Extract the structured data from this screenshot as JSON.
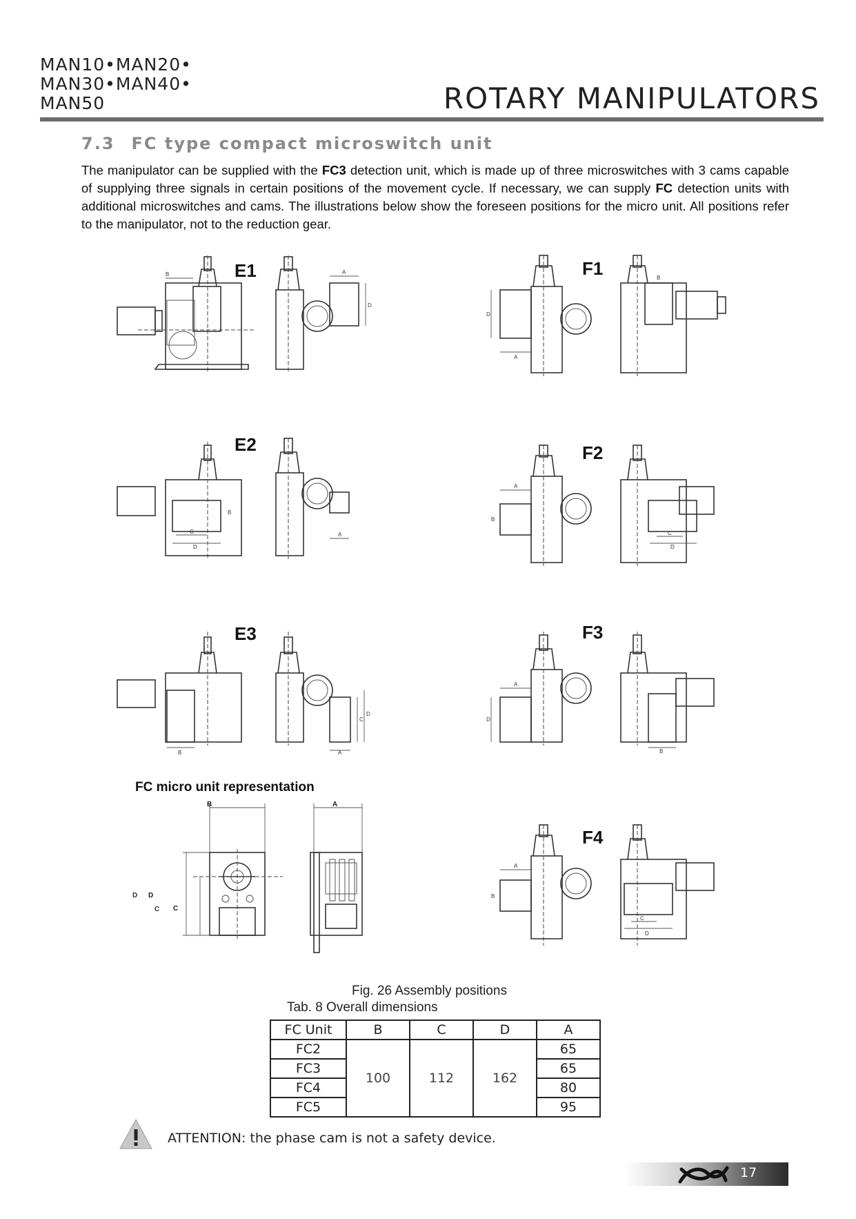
{
  "header": {
    "models_line1": "MAN10•MAN20•",
    "models_line2": "MAN30•MAN40•",
    "models_line3": "MAN50",
    "title": "ROTARY MANIPULATORS"
  },
  "section": {
    "number": "7.3",
    "title": "FC type compact microswitch unit"
  },
  "intro": {
    "p1": "The manipulator can be supplied with the ",
    "fc3": "FC3",
    "p2": " detection unit, which is made up of three microswitches with 3 cams capable of supplying three signals in certain positions of the movement cycle. If necessary, we can supply ",
    "fc": "FC",
    "p3": " detection units with additional microswitches and cams. The illustrations below show the foreseen positions for the micro unit. All positions refer to the manipulator, not to the reduction gear."
  },
  "positions": {
    "e1": "E1",
    "e2": "E2",
    "e3": "E3",
    "f1": "F1",
    "f2": "F2",
    "f3": "F3",
    "f4": "F4"
  },
  "micro_unit": {
    "title": "FC micro unit representation",
    "dim_b": "B",
    "dim_a": "A",
    "dim_d": "D",
    "dim_c": "C"
  },
  "figure": {
    "caption": "Fig. 26  Assembly positions",
    "table_caption": "Tab. 8  Overall dimensions"
  },
  "table": {
    "headers": [
      "FC Unit",
      "B",
      "C",
      "D",
      "A"
    ],
    "units": [
      "FC2",
      "FC3",
      "FC4",
      "FC5"
    ],
    "b": "100",
    "c": "112",
    "d": "162",
    "a": [
      "65",
      "65",
      "80",
      "95"
    ]
  },
  "attention": {
    "icon": "warning-icon",
    "text": "ATTENTION: the phase cam is not a safety device."
  },
  "footer": {
    "logo": "company-logo",
    "page": "17"
  }
}
